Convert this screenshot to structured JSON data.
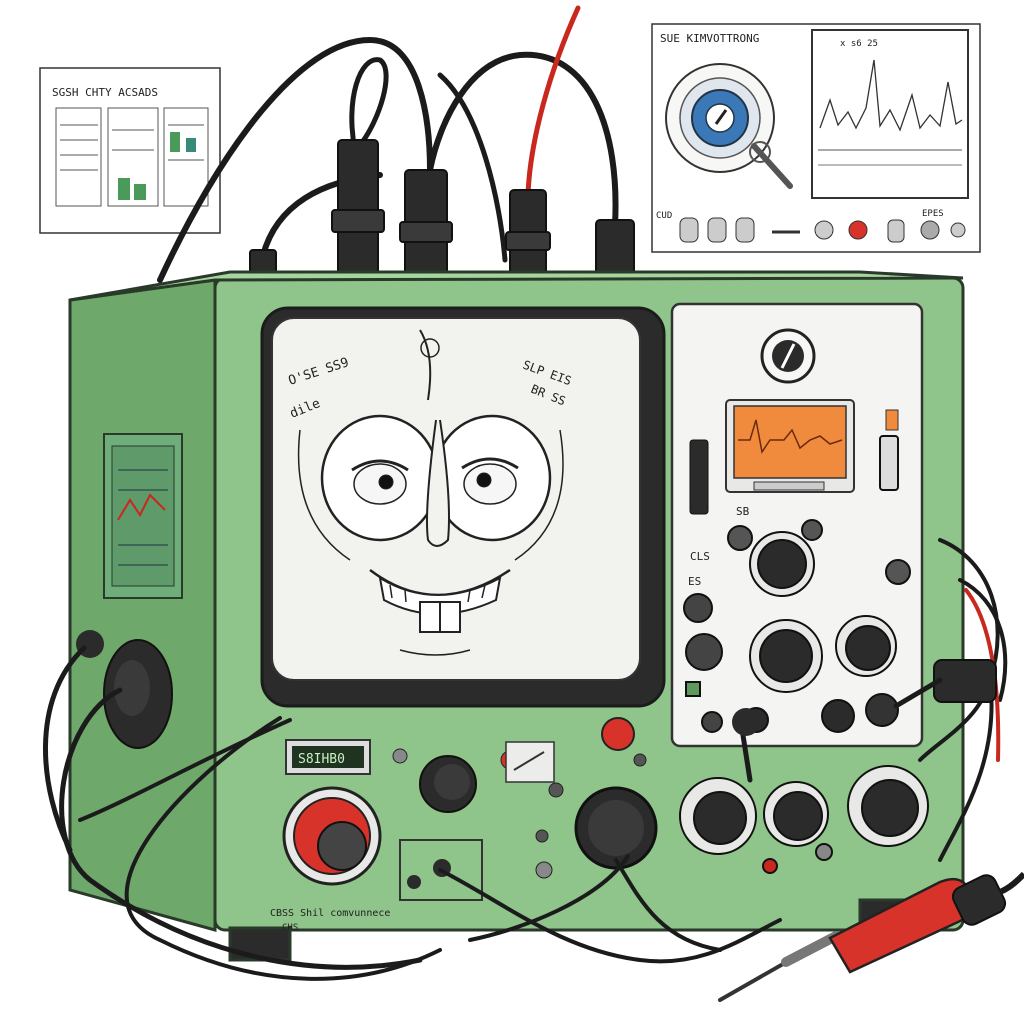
{
  "illustration": {
    "colors": {
      "case_green": "#8fc48a",
      "case_green_dark": "#5e9a5e",
      "case_outline": "#2a3a2a",
      "screen_white": "#f2f2ef",
      "display_orange": "#f08a3c",
      "knob_black": "#2b2b2b",
      "knob_red": "#d8332a",
      "cable_black": "#1b1b1b",
      "cable_red": "#c8281e",
      "panel_white": "#f4f4f2"
    },
    "texts": {
      "left_sheet_title": "SGSH   CHTY  ACSADS",
      "right_sheet_title": "SUE  KIMVOTTRONG",
      "right_sheet_small": "x  s6  25",
      "right_sheet_left_label": "CUD",
      "right_sheet_right_label": "EPES",
      "screen_top_left": "O'SE SS9",
      "screen_top_left_2": "dile",
      "screen_top_right": "SLP EIS",
      "screen_top_right_2": "BR SS",
      "panel_label_top": "SB",
      "panel_label_mid": "CLS",
      "panel_label_left": "ES",
      "digital_readout": "S8IHB0",
      "base_label": "CBSS Shil comvunnece",
      "base_label_2": "CHS"
    }
  }
}
